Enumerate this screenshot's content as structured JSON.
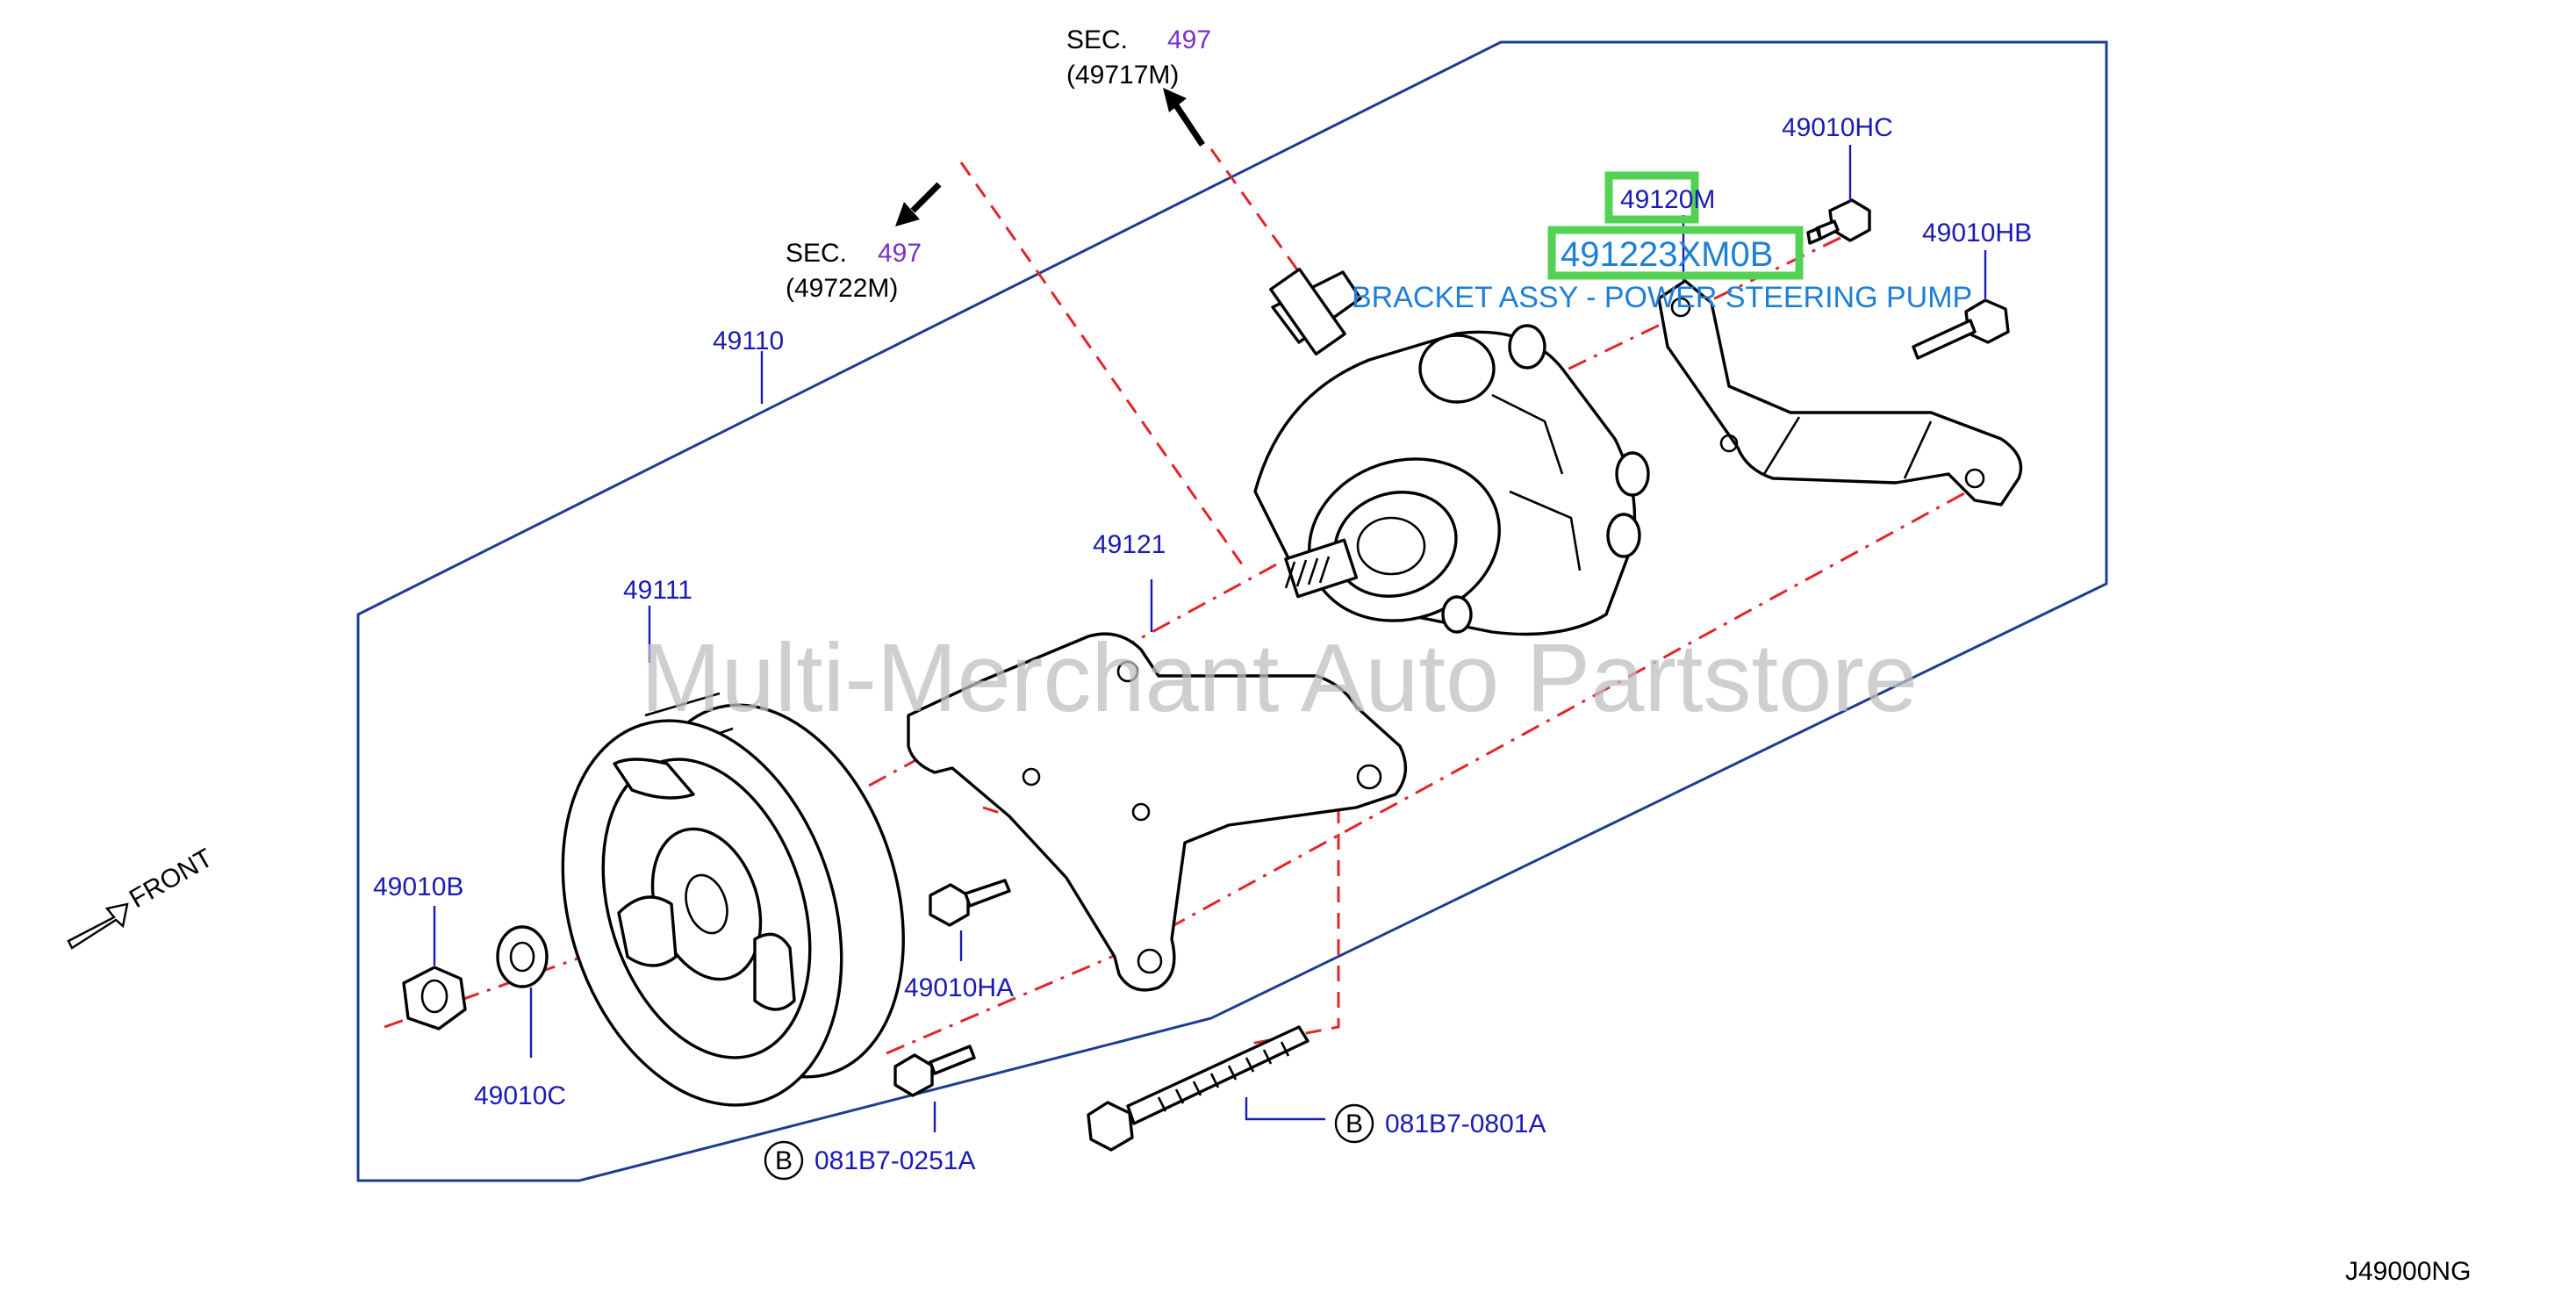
{
  "labels": {
    "sec_top_prefix": "SEC.",
    "sec_top_num": "497",
    "sec_top_part": "(49717M)",
    "sec_left_prefix": "SEC.",
    "sec_left_num": "497",
    "sec_left_part": "(49722M)",
    "p49110": "49110",
    "p49111": "49111",
    "p49121": "49121",
    "p49010B": "49010B",
    "p49010C": "49010C",
    "p49010HA": "49010HA",
    "p49010HB": "49010HB",
    "p49010HC": "49010HC",
    "p49120M": "49120M",
    "p491223XM0B": "491223XM0B",
    "bracket_desc": "BRACKET ASSY - POWER STEERING PUMP",
    "bolt_left_badge": "B",
    "bolt_left": "081B7-0251A",
    "bolt_right_badge": "B",
    "bolt_right": "081B7-0801A",
    "front": "FRONT",
    "diagram_id": "J49000NG",
    "watermark": "Multi-Merchant Auto Partstore"
  },
  "colors": {
    "label": "#1a1ab4",
    "section_number": "#7b2fc9",
    "highlight_text": "#1f7fd6",
    "highlight_box": "#53d153",
    "center_line": "#e0252b",
    "frame": "#1d3d8f"
  }
}
